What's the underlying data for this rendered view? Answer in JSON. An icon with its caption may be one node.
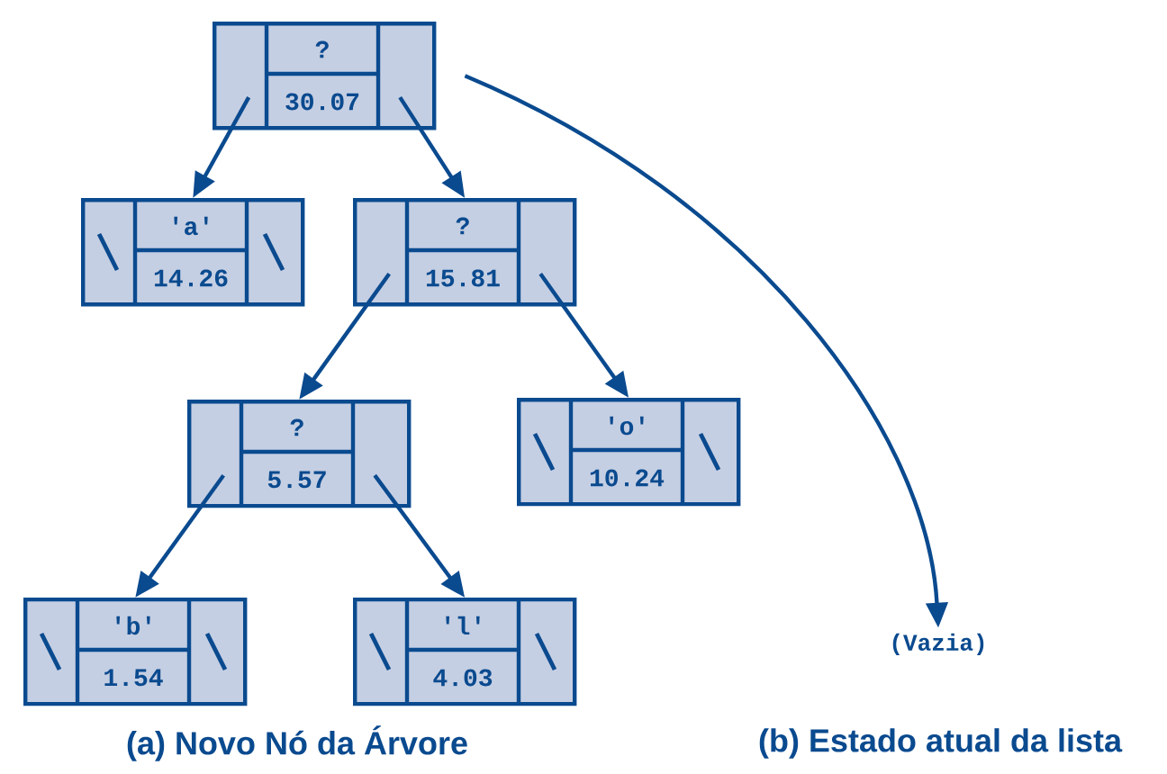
{
  "diagram": {
    "nodes": [
      {
        "text": [
          "?",
          "30.07"
        ]
      },
      {
        "text": [
          "'a'",
          "14.26"
        ]
      },
      {
        "text": [
          "?",
          "15.81"
        ]
      },
      {
        "text": [
          "?",
          "5.57"
        ]
      },
      {
        "text": [
          "'o'",
          "10.24"
        ]
      },
      {
        "text": [
          "'b'",
          "1.54"
        ]
      },
      {
        "text": [
          "'l'",
          "4.03"
        ]
      },
      {
        "text": [
          "(Vazia)"
        ]
      }
    ],
    "edges": [
      {
        "from": 0,
        "to": 1,
        "arrow": "to"
      },
      {
        "from": 0,
        "to": 2,
        "arrow": "to"
      },
      {
        "from": 2,
        "to": 3,
        "arrow": "to"
      },
      {
        "from": 2,
        "to": 4,
        "arrow": "to"
      },
      {
        "from": 3,
        "to": 5,
        "arrow": "to"
      },
      {
        "from": 3,
        "to": 6,
        "arrow": "to"
      },
      {
        "from": 0,
        "to": 7,
        "arrow": "to"
      }
    ],
    "labels": [
      "(a) Novo Nó da Árvore",
      "(b) Estado atual da lista"
    ]
  }
}
